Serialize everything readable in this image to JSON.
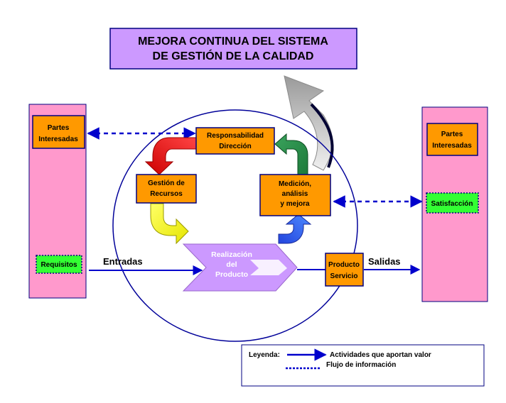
{
  "title": {
    "line1": "MEJORA CONTINUA DEL SISTEMA",
    "line2": "DE GESTIÓN DE LA CALIDAD"
  },
  "left_panel": {
    "partes_line1": "Partes",
    "partes_line2": "Interesadas",
    "requisitos": "Requisitos"
  },
  "right_panel": {
    "partes_line1": "Partes",
    "partes_line2": "Interesadas",
    "satisfaccion": "Satisfacción"
  },
  "process": {
    "responsabilidad_line1": "Responsabilidad",
    "responsabilidad_line2": "Dirección",
    "gestion_line1": "Gestión de",
    "gestion_line2": "Recursos",
    "medicion_line1": "Medición,",
    "medicion_line2": "análisis",
    "medicion_line3": "y mejora",
    "realizacion_line1": "Realización",
    "realizacion_line2": "del",
    "realizacion_line3": "Producto",
    "producto_line1": "Producto",
    "producto_line2": "Servicio"
  },
  "flow": {
    "entradas": "Entradas",
    "salidas": "Salidas"
  },
  "legend": {
    "title": "Leyenda:",
    "solid": "Actividades que aportan valor",
    "dotted": "Flujo de información"
  },
  "colors": {
    "pink": "#FF99CC",
    "lavender": "#CC99FF",
    "orange": "#FF9900",
    "green": "#33FF33",
    "blue": "#0000CC"
  }
}
